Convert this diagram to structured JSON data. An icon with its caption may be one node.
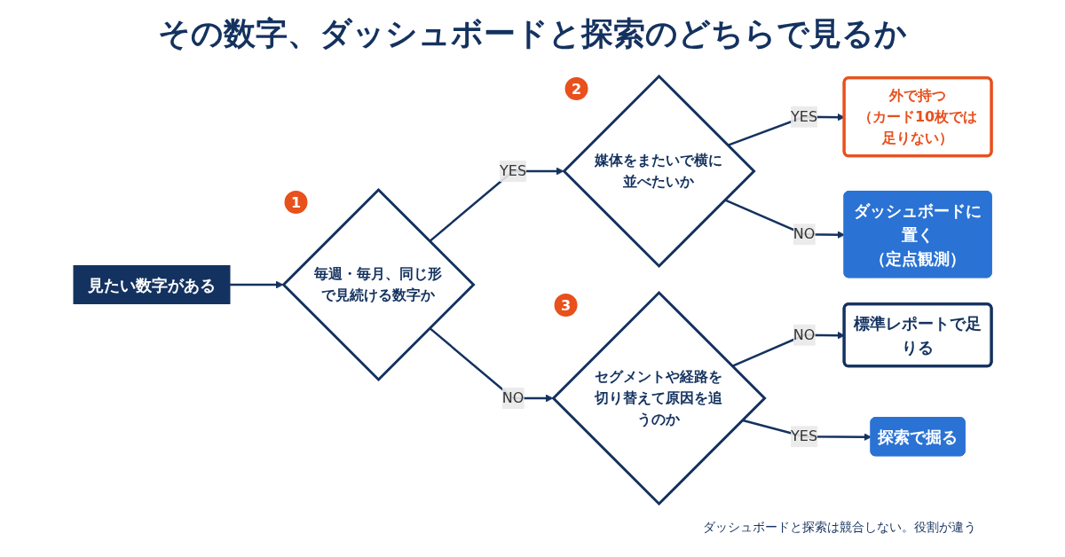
{
  "diagram": {
    "title": "その数字、ダッシュボードと探索のどちらで見るか",
    "nodes": [
      {
        "text": [
          "見たい数字がある"
        ]
      },
      {
        "text": [
          "毎週・毎月、同じ形で見続ける数字か"
        ],
        "beside": [
          "1"
        ]
      },
      {
        "text": [
          "媒体をまたいで横に並べたいか"
        ],
        "beside": [
          "2"
        ]
      },
      {
        "text": [
          "外で持つ",
          "（カード10枚では足りない）"
        ]
      },
      {
        "text": [
          "ダッシュボードに置く",
          "（定点観測）"
        ]
      },
      {
        "text": [
          "セグメントや経路を切り替えて原因を追うのか"
        ],
        "beside": [
          "3"
        ]
      },
      {
        "text": [
          "標準レポートで足りる"
        ]
      },
      {
        "text": [
          "探索で掘る"
        ]
      }
    ],
    "edges": [
      {
        "from": 0,
        "to": 1,
        "arrow": "to"
      },
      {
        "from": 1,
        "to": 2,
        "arrow": "to",
        "label": "YES"
      },
      {
        "from": 1,
        "to": 5,
        "arrow": "to",
        "label": "NO"
      },
      {
        "from": 2,
        "to": 3,
        "arrow": "to",
        "label": "YES"
      },
      {
        "from": 2,
        "to": 4,
        "arrow": "to",
        "label": "NO"
      },
      {
        "from": 5,
        "to": 6,
        "arrow": "to",
        "label": "NO"
      },
      {
        "from": 5,
        "to": 7,
        "arrow": "to",
        "label": "YES"
      }
    ],
    "labels": [
      "ダッシュボードと探索は競合しない。役割が違う"
    ]
  }
}
